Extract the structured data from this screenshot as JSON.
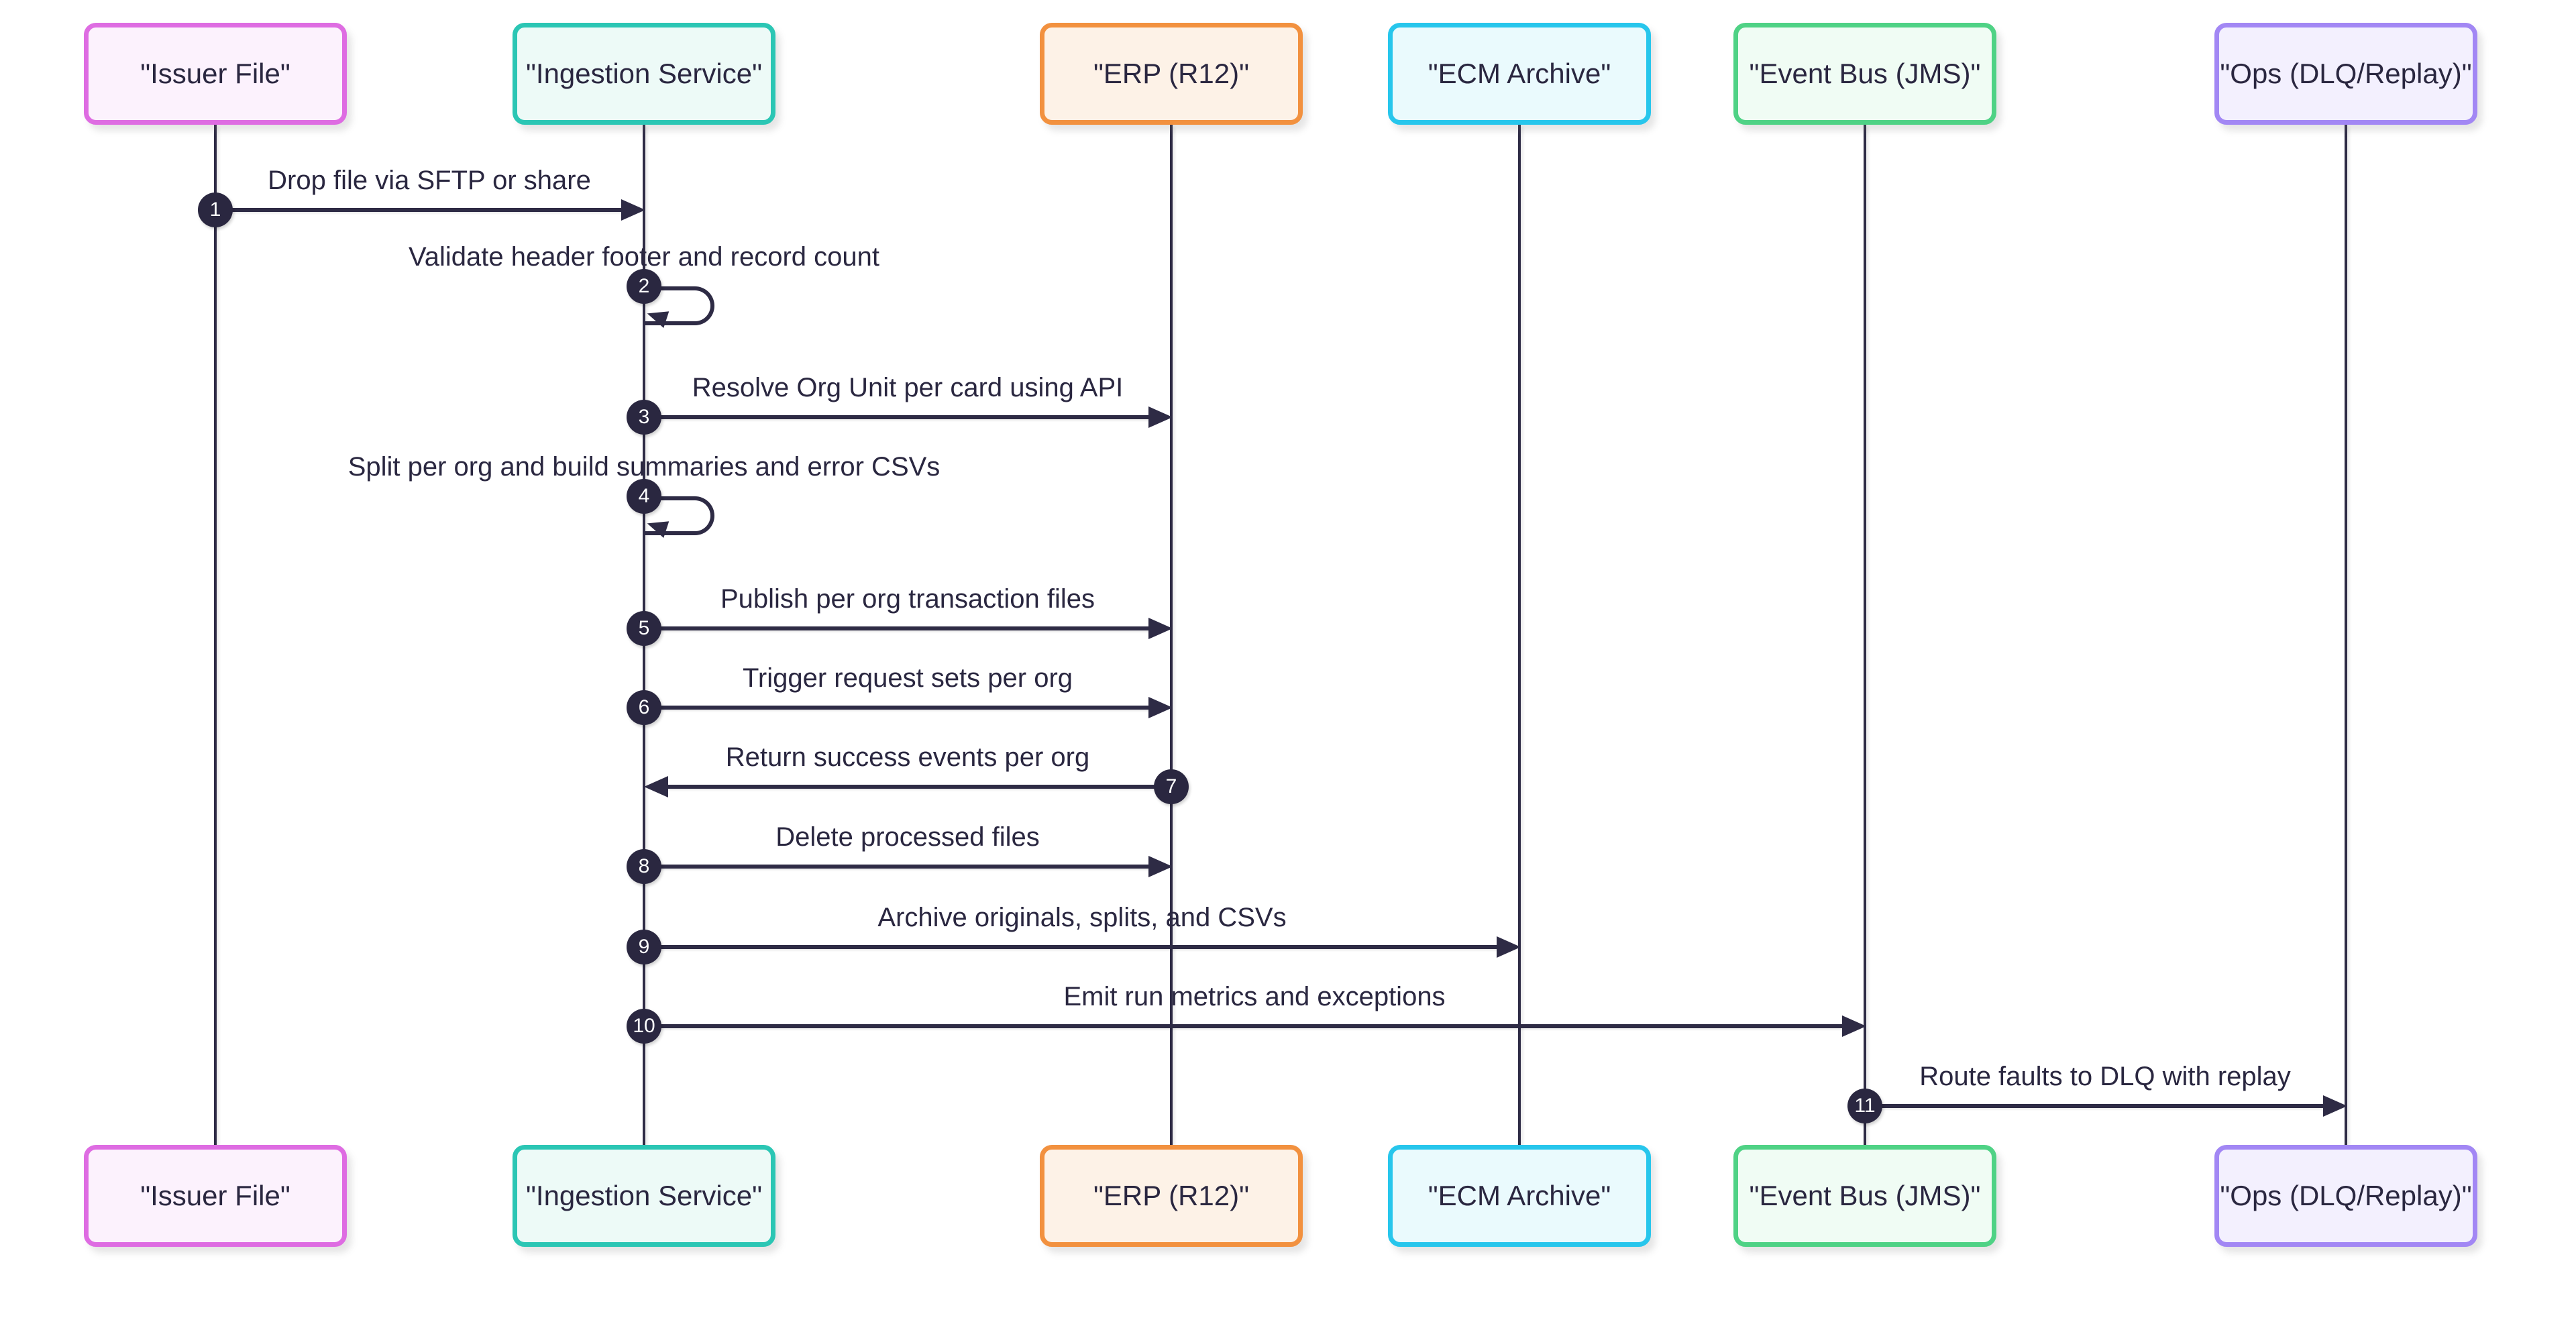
{
  "diagram": {
    "type": "sequence",
    "background_color": "#ffffff",
    "line_color": "#2e2b45",
    "text_color": "#2a2740",
    "number_badge_color": "#2a2740"
  },
  "actors": [
    {
      "id": "issuer-file",
      "label": "\"Issuer File\"",
      "border_color": "#de6ce2",
      "fill_color": "#fcf2fd"
    },
    {
      "id": "ingestion-service",
      "label": "\"Ingestion Service\"",
      "border_color": "#2bc6b4",
      "fill_color": "#edfaf7"
    },
    {
      "id": "erp-r12",
      "label": "\"ERP (R12)\"",
      "border_color": "#f2913f",
      "fill_color": "#fdf2e7"
    },
    {
      "id": "ecm-archive",
      "label": "\"ECM Archive\"",
      "border_color": "#27c6ec",
      "fill_color": "#eafafd"
    },
    {
      "id": "event-bus-jms",
      "label": "\"Event Bus (JMS)\"",
      "border_color": "#4fd285",
      "fill_color": "#f0fcf4"
    },
    {
      "id": "ops-dlq-replay",
      "label": "\"Ops (DLQ/Replay)\"",
      "border_color": "#a287f4",
      "fill_color": "#f3f0fe"
    }
  ],
  "messages": [
    {
      "num": "1",
      "from": "Issuer File",
      "to": "Ingestion Service",
      "kind": "arrow",
      "label": "Drop file via SFTP or share"
    },
    {
      "num": "2",
      "from": "Ingestion Service",
      "to": "Ingestion Service",
      "kind": "self",
      "label": "Validate header footer and record count"
    },
    {
      "num": "3",
      "from": "Ingestion Service",
      "to": "ERP (R12)",
      "kind": "arrow",
      "label": "Resolve Org Unit per card using API"
    },
    {
      "num": "4",
      "from": "Ingestion Service",
      "to": "Ingestion Service",
      "kind": "self",
      "label": "Split per org and build summaries and error CSVs"
    },
    {
      "num": "5",
      "from": "Ingestion Service",
      "to": "ERP (R12)",
      "kind": "arrow",
      "label": "Publish per org transaction files"
    },
    {
      "num": "6",
      "from": "Ingestion Service",
      "to": "ERP (R12)",
      "kind": "arrow",
      "label": "Trigger request sets per org"
    },
    {
      "num": "7",
      "from": "ERP (R12)",
      "to": "Ingestion Service",
      "kind": "arrow",
      "label": "Return success events per org"
    },
    {
      "num": "8",
      "from": "Ingestion Service",
      "to": "ERP (R12)",
      "kind": "arrow",
      "label": "Delete processed files"
    },
    {
      "num": "9",
      "from": "Ingestion Service",
      "to": "ECM Archive",
      "kind": "arrow",
      "label": "Archive originals, splits, and CSVs"
    },
    {
      "num": "10",
      "from": "Ingestion Service",
      "to": "Event Bus (JMS)",
      "kind": "arrow",
      "label": "Emit run metrics and exceptions"
    },
    {
      "num": "11",
      "from": "Event Bus (JMS)",
      "to": "Ops (DLQ/Replay)",
      "kind": "arrow",
      "label": "Route faults to DLQ with replay"
    }
  ]
}
